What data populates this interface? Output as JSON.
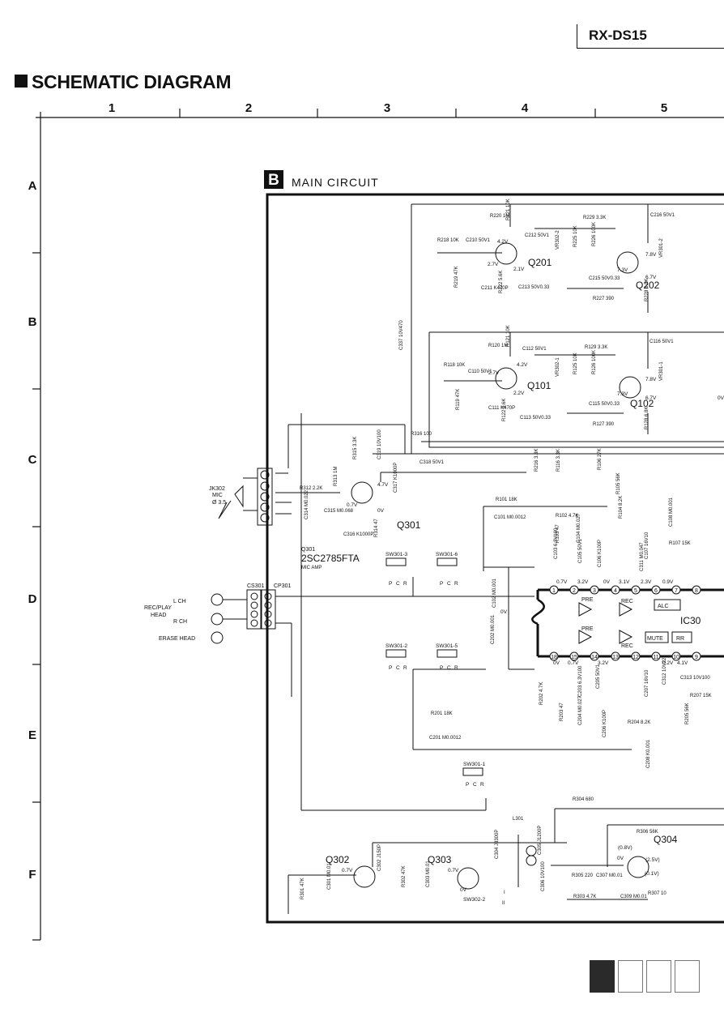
{
  "model": "RX-DS15",
  "title": "SCHEMATIC DIAGRAM",
  "columns": [
    "1",
    "2",
    "3",
    "4",
    "5"
  ],
  "rows": [
    "A",
    "B",
    "C",
    "D",
    "E",
    "F"
  ],
  "section": {
    "badge": "B",
    "name": "MAIN CIRCUIT"
  },
  "left_labels": {
    "jack": [
      "JK302",
      "MIC",
      "Ø 3.5"
    ],
    "lch": "L CH",
    "head": [
      "REC/PLAY",
      "HEAD"
    ],
    "rch": "R CH",
    "erase": "ERASE HEAD",
    "cs301": "CS301",
    "cp301": "CP301"
  },
  "transistors": [
    {
      "ref": "Q201"
    },
    {
      "ref": "Q202"
    },
    {
      "ref": "Q101"
    },
    {
      "ref": "Q102"
    },
    {
      "ref": "Q301"
    },
    {
      "ref": "Q302"
    },
    {
      "ref": "Q303"
    },
    {
      "ref": "Q304"
    }
  ],
  "q301_info": [
    "Q301",
    "2SC2785FTA",
    "MIC AMP"
  ],
  "components": [
    "R220 1M",
    "R221 10K",
    "C212 50V1",
    "R229 3.3K",
    "C216 50V1",
    "R218 10K",
    "C210 50V1",
    "R225 10K",
    "R226 100K",
    "VR302-2",
    "C215 50V0.33",
    "R227 390",
    "R228 6.8K",
    "VR301-2",
    "R219 47K",
    "C211 K470P",
    "R222 5.6K",
    "C213 50V0.33",
    "C337 10V470",
    "R120 1M",
    "R121 10K",
    "C112 50V1",
    "R129 3.3K",
    "C116 50V1",
    "R118 10K",
    "C110 50V1",
    "R125 10K",
    "R126 100K",
    "VR302-1",
    "C115 50V0.33",
    "R127 390",
    "R128 6.8K",
    "VR301-1",
    "R119 47K",
    "C111 K470P",
    "R122 5.6K",
    "C113 50V0.33",
    "R316 100",
    "R315 3.3K",
    "C319 10V100",
    "C318 50V1",
    "R312 2.2K",
    "R313 1M",
    "C314 M0.022",
    "C315 M0.068",
    "C317 K1000P",
    "C316 K1000P",
    "R314 47",
    "R216 3.3K",
    "R116 3.3K",
    "R106 27K",
    "R105 56K",
    "R101 18K",
    "C101 M0.0012",
    "R102 4.7K",
    "R103 47",
    "C103 6.3V100",
    "C104 M0.027",
    "C105 50V1",
    "R104 8.2K",
    "C106 K100P",
    "C107 16V10",
    "C108 M0.001",
    "C311 M0.047",
    "R107 15K",
    "C102 M0.001",
    "C202 M0.001",
    "R201 18K",
    "C201 M0.0012",
    "R202 4.7K",
    "R203 47",
    "C203 6.3V100",
    "C204 M0.027",
    "C205 50V1",
    "C206 K100P",
    "C207 16V10",
    "R204 8.2K",
    "R205 56K",
    "C208 K0.001",
    "C312 10V22",
    "C313 10V100",
    "R207 15K",
    "R304 680",
    "R306 56K",
    "R305 220",
    "C307 M0.01",
    "R303 4.7K",
    "C309 M0.01",
    "R307 10",
    "C306 10V100",
    "C305 J1200P",
    "C304 J3300P",
    "C303 M0.01",
    "R302 47K",
    "C302 J150P",
    "C301 M0.01",
    "R301 47K",
    "L301"
  ],
  "switches": [
    "SW301-3",
    "SW301-6",
    "SW301-2",
    "SW301-5",
    "SW301-1",
    "SW302-2"
  ],
  "pcr": [
    "P",
    "C",
    "R"
  ],
  "voltages": [
    "4.2V",
    "2.7V",
    "2.1V",
    "7.8V",
    "7.3V",
    "6.7V",
    "4.2V",
    "2.7V",
    "2.2V",
    "7.8V",
    "7.3V",
    "6.7V",
    "4.7V",
    "0.7V",
    "0V",
    "0V",
    "0.7V",
    "3.2V",
    "0V",
    "3.1V",
    "2.3V",
    "0.9V",
    "0V",
    "0.7V",
    "3.2V",
    "0.2V",
    "4.1V",
    "0.7V",
    "0.7V",
    "0V",
    "0V",
    "(0.8V)",
    "(2.5V)",
    "(0.1V)"
  ],
  "ic": {
    "label": "IC30",
    "blocks": [
      "PRE",
      "REC",
      "ALC",
      "PRE",
      "REC",
      "MUTE",
      "RR"
    ],
    "pins_top": [
      "1",
      "2",
      "3",
      "4",
      "5",
      "6",
      "7",
      "8"
    ],
    "pins_bottom": [
      "18",
      "15",
      "14",
      "13",
      "12",
      "11",
      "10",
      "9"
    ]
  },
  "misc": [
    "0V",
    "I",
    "II"
  ]
}
